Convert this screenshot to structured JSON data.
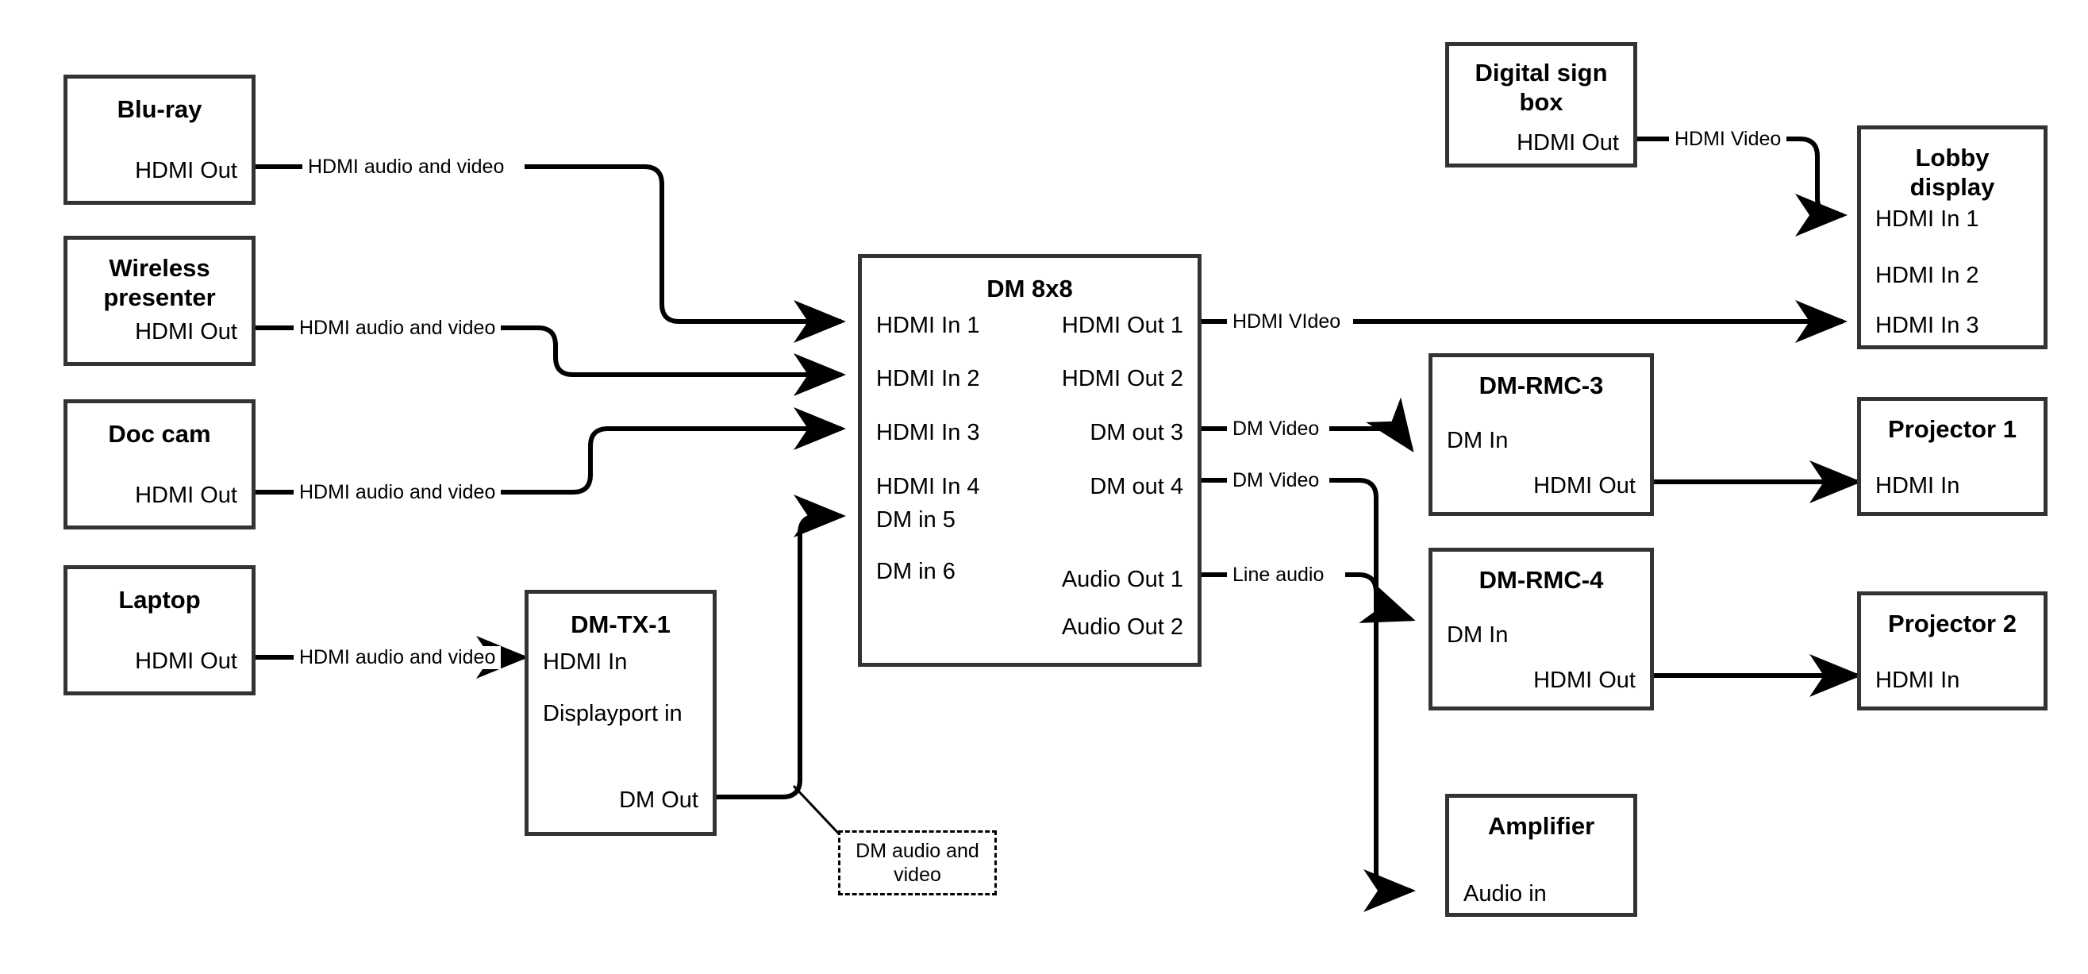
{
  "diagram": {
    "title": "AV signal flow diagram",
    "colors": {
      "box_border": "#333333",
      "wire": "#000000",
      "background": "#ffffff",
      "callout_border": "#000000"
    }
  },
  "nodes": [
    {
      "id": "bluray",
      "title": "Blu-ray",
      "ports_left": [],
      "ports_right": [
        "HDMI Out"
      ]
    },
    {
      "id": "wireless",
      "title": "Wireless\npresenter",
      "ports_left": [],
      "ports_right": [
        "HDMI Out"
      ]
    },
    {
      "id": "doccam",
      "title": "Doc cam",
      "ports_left": [],
      "ports_right": [
        "HDMI Out"
      ]
    },
    {
      "id": "laptop",
      "title": "Laptop",
      "ports_left": [],
      "ports_right": [
        "HDMI Out"
      ]
    },
    {
      "id": "dmtx1",
      "title": "DM-TX-1",
      "ports_left": [
        "HDMI In",
        "Displayport in"
      ],
      "ports_right": [
        "DM Out"
      ]
    },
    {
      "id": "dm8x8",
      "title": "DM 8x8",
      "ports_left": [
        "HDMI In 1",
        "HDMI In 2",
        "HDMI In 3",
        "HDMI In 4",
        "DM in 5",
        "DM in 6"
      ],
      "ports_right": [
        "HDMI Out 1",
        "HDMI Out 2",
        "DM out 3",
        "DM out 4",
        "Audio Out 1",
        "Audio Out 2"
      ]
    },
    {
      "id": "signbox",
      "title": "Digital sign\nbox",
      "ports_left": [],
      "ports_right": [
        "HDMI Out"
      ]
    },
    {
      "id": "lobby",
      "title": "Lobby\ndisplay",
      "ports_left": [
        "HDMI In 1",
        "HDMI In 2",
        "HDMI In 3"
      ],
      "ports_right": []
    },
    {
      "id": "dmrmc3",
      "title": "DM-RMC-3",
      "ports_left": [
        "DM In"
      ],
      "ports_right": [
        "HDMI Out"
      ]
    },
    {
      "id": "dmrmc4",
      "title": "DM-RMC-4",
      "ports_left": [
        "DM In"
      ],
      "ports_right": [
        "HDMI Out"
      ]
    },
    {
      "id": "projector1",
      "title": "Projector 1",
      "ports_left": [
        "HDMI In"
      ],
      "ports_right": []
    },
    {
      "id": "projector2",
      "title": "Projector 2",
      "ports_left": [
        "HDMI In"
      ],
      "ports_right": []
    },
    {
      "id": "amplifier",
      "title": "Amplifier",
      "ports_left": [
        "Audio in"
      ],
      "ports_right": []
    }
  ],
  "node_titles": {
    "bluray": "Blu-ray",
    "wireless_line1": "Wireless",
    "wireless_line2": "presenter",
    "doccam": "Doc cam",
    "laptop": "Laptop",
    "dmtx1": "DM-TX-1",
    "dm8x8": "DM 8x8",
    "signbox_line1": "Digital sign",
    "signbox_line2": "box",
    "lobby_line1": "Lobby",
    "lobby_line2": "display",
    "dmrmc3": "DM-RMC-3",
    "dmrmc4": "DM-RMC-4",
    "projector1": "Projector 1",
    "projector2": "Projector 2",
    "amplifier": "Amplifier"
  },
  "ports": {
    "hdmi_out": "HDMI Out",
    "hdmi_in": "HDMI In",
    "displayport_in": "Displayport in",
    "dm_out": "DM Out",
    "dm_in": "DM In",
    "audio_in": "Audio in",
    "dm8x8_in1": "HDMI In 1",
    "dm8x8_in2": "HDMI In 2",
    "dm8x8_in3": "HDMI In 3",
    "dm8x8_in4": "HDMI In 4",
    "dm8x8_in5": "DM in 5",
    "dm8x8_in6": "DM in 6",
    "dm8x8_out1": "HDMI Out 1",
    "dm8x8_out2": "HDMI Out 2",
    "dm8x8_out3": "DM out 3",
    "dm8x8_out4": "DM out 4",
    "dm8x8_aout1": "Audio Out 1",
    "dm8x8_aout2": "Audio Out 2",
    "lobby_in1": "HDMI In 1",
    "lobby_in2": "HDMI In 2",
    "lobby_in3": "HDMI In 3"
  },
  "edge_labels": {
    "bluray_to_dm": "HDMI audio and video",
    "wireless_to_dm": "HDMI audio and video",
    "doccam_to_dm": "HDMI audio and video",
    "laptop_to_tx": "HDMI audio and video",
    "signbox_to_lobby": "HDMI Video",
    "dm_out1_to_lobby": "HDMI VIdeo",
    "dm_out3_to_rmc3": "DM Video",
    "dm_out4_to_rmc4": "DM Video",
    "dm_aout1_to_amp": "Line audio"
  },
  "callouts": {
    "dm_audio_video": "DM audio and video"
  },
  "connections": [
    {
      "from": "bluray.HDMI Out",
      "to": "dm8x8.HDMI In 1",
      "label": "HDMI audio and video"
    },
    {
      "from": "wireless.HDMI Out",
      "to": "dm8x8.HDMI In 2",
      "label": "HDMI audio and video"
    },
    {
      "from": "doccam.HDMI Out",
      "to": "dm8x8.HDMI In 3",
      "label": "HDMI audio and video"
    },
    {
      "from": "laptop.HDMI Out",
      "to": "dmtx1.HDMI In",
      "label": "HDMI audio and video"
    },
    {
      "from": "dmtx1.DM Out",
      "to": "dm8x8.DM in 5",
      "label": "DM audio and video"
    },
    {
      "from": "signbox.HDMI Out",
      "to": "lobby.HDMI In 1",
      "label": "HDMI Video"
    },
    {
      "from": "dm8x8.HDMI Out 1",
      "to": "lobby.HDMI In 3",
      "label": "HDMI VIdeo"
    },
    {
      "from": "dm8x8.DM out 3",
      "to": "dmrmc3.DM In",
      "label": "DM Video"
    },
    {
      "from": "dm8x8.DM out 4",
      "to": "dmrmc4.DM In",
      "label": "DM Video"
    },
    {
      "from": "dm8x8.Audio Out 1",
      "to": "amplifier.Audio in",
      "label": "Line audio"
    },
    {
      "from": "dmrmc3.HDMI Out",
      "to": "projector1.HDMI In",
      "label": ""
    },
    {
      "from": "dmrmc4.HDMI Out",
      "to": "projector2.HDMI In",
      "label": ""
    }
  ]
}
